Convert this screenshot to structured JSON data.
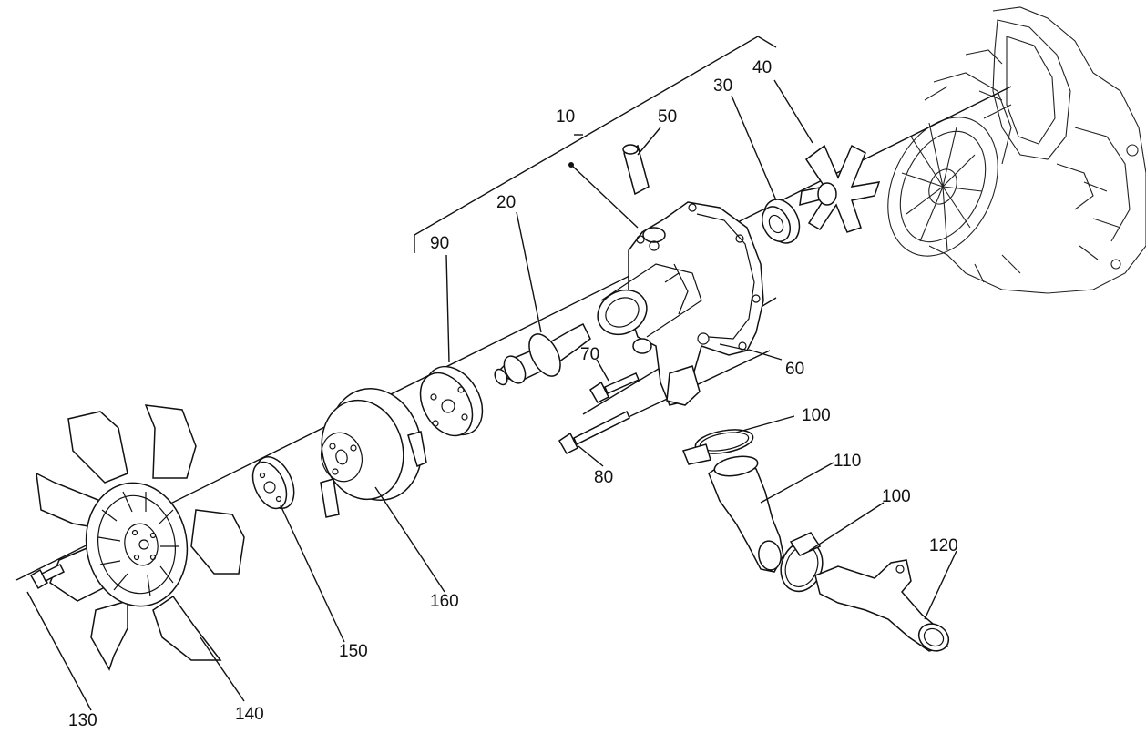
{
  "labels": {
    "n10": "10",
    "n20": "20",
    "n30": "30",
    "n40": "40",
    "n50": "50",
    "n60": "60",
    "n70": "70",
    "n80": "80",
    "n90": "90",
    "n100a": "100",
    "n100b": "100",
    "n110": "110",
    "n120": "120",
    "n130": "130",
    "n140": "140",
    "n150": "150",
    "n160": "160"
  }
}
